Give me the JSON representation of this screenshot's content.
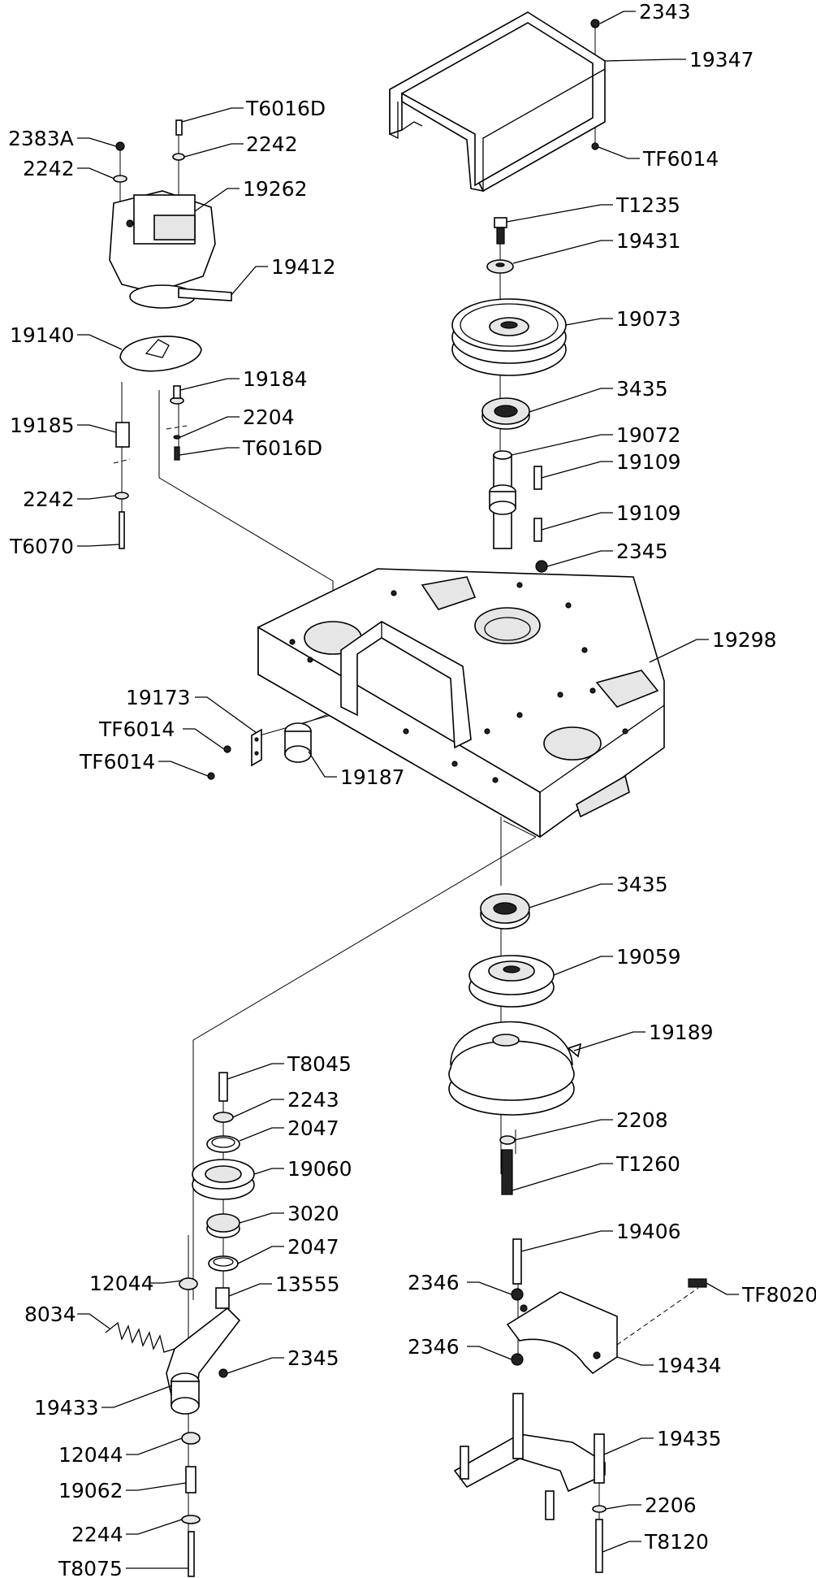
{
  "labels": {
    "c1": "2343",
    "c2": "19347",
    "c3": "TF6014",
    "c4": "T1235",
    "c5": "19431",
    "c6": "19073",
    "c7": "3435",
    "c8": "19072",
    "c9": "19109",
    "c10": "19109",
    "c11": "2345",
    "c12": "19298",
    "c13": "3435",
    "c14": "19059",
    "c15": "19189",
    "c16": "2208",
    "c17": "T1260",
    "c18": "19406",
    "c19": "TF8020",
    "c20": "2346",
    "c21": "2346",
    "c22": "19434",
    "c23": "19435",
    "c24": "2206",
    "c25": "T8120",
    "a1": "T6016D",
    "a2": "2383A",
    "a3": "2242",
    "a4": "2242",
    "a5": "19262",
    "a6": "19412",
    "a7": "19140",
    "a8": "19184",
    "a9": "19185",
    "a10": "2204",
    "a11": "T6016D",
    "a12": "2242",
    "a13": "T6070",
    "b1": "19173",
    "b2": "TF6014",
    "b3": "TF6014",
    "b4": "19187",
    "d1": "T8045",
    "d2": "2243",
    "d3": "2047",
    "d4": "19060",
    "d5": "3020",
    "d6": "2047",
    "d7": "12044",
    "d8": "13555",
    "d9": "8034",
    "d10": "2345",
    "d11": "19433",
    "d12": "12044",
    "d13": "19062",
    "d14": "2244",
    "d15": "T8075"
  }
}
